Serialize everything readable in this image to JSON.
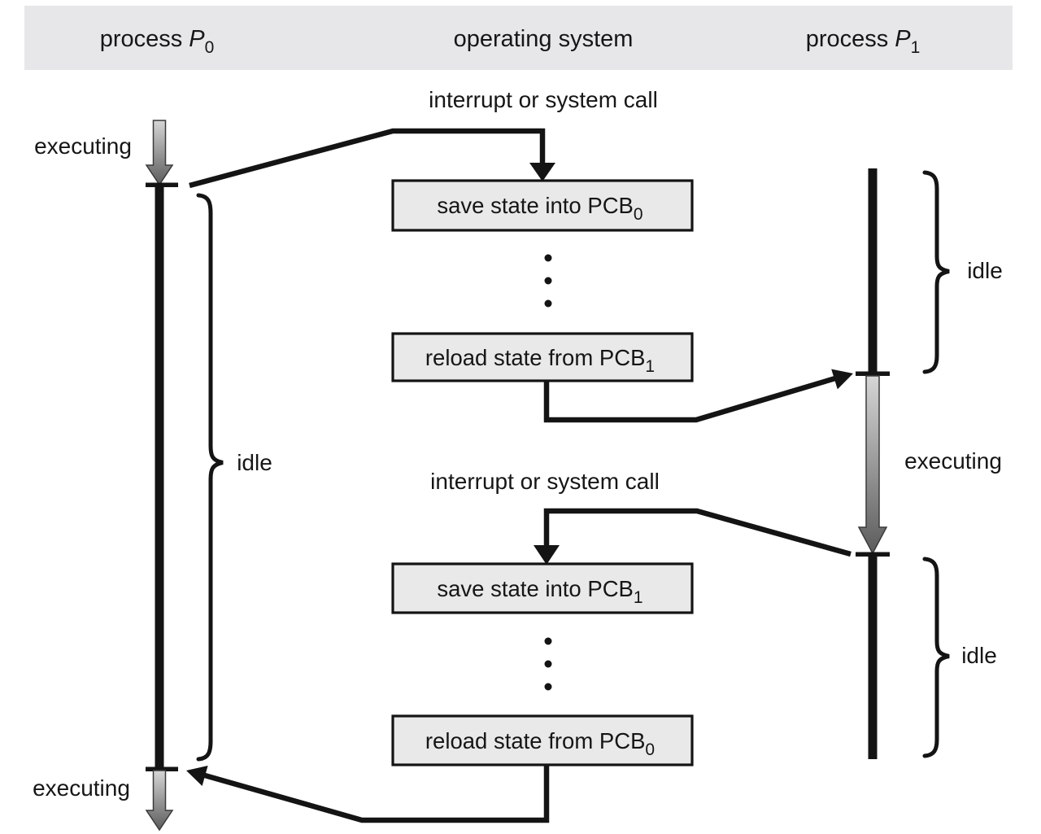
{
  "header": {
    "p0": {
      "text": "process",
      "var": "P",
      "sub": "0"
    },
    "os": {
      "text": "operating system"
    },
    "p1": {
      "text": "process",
      "var": "P",
      "sub": "1"
    }
  },
  "labels": {
    "interrupt_top": "interrupt or system call",
    "interrupt_bottom": "interrupt or system call",
    "executing_p0_top": "executing",
    "executing_p0_bottom": "executing",
    "executing_p1": "executing",
    "idle_p0": "idle",
    "idle_p1_top": "idle",
    "idle_p1_bottom": "idle"
  },
  "boxes": {
    "save0": {
      "text": "save state into PCB",
      "sub": "0"
    },
    "reload1": {
      "text": "reload state from PCB",
      "sub": "1"
    },
    "save1": {
      "text": "save state into PCB",
      "sub": "1"
    },
    "reload0": {
      "text": "reload state from PCB",
      "sub": "0"
    }
  },
  "colors": {
    "header_band": "#e7e7e9",
    "box_fill": "#e9e9e9",
    "line": "#141414",
    "arrow_gradient_top": "#d6d6d6",
    "arrow_gradient_bottom": "#5c5c5c"
  }
}
